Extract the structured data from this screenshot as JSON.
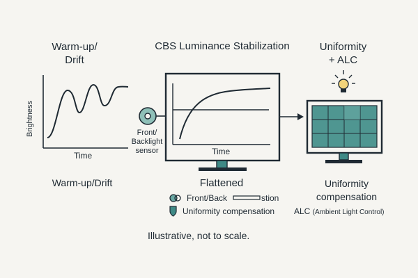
{
  "headings": {
    "left": "Warm-up/\nDrift",
    "center": "CBS Luminance Stabilization",
    "right": "Uniformity\n+ ALC"
  },
  "left_plot": {
    "y_label": "Brightness",
    "x_label": "Time"
  },
  "sensor": {
    "label": "Front/\nBacklight\nsensor"
  },
  "monitor_plot": {
    "x_label": "Time"
  },
  "captions": {
    "left": "Warm-up/Drift",
    "center": "Flattened",
    "right": "Uniformity\ncompensation"
  },
  "legend": {
    "item1": "Front/Back",
    "item1_tail": "stion",
    "item2": "Uniformity compensation",
    "item3_prefix": "ALC",
    "item3_detail": "(Ambient Light Control)"
  },
  "footer": "Illustrative, not to scale.",
  "colors": {
    "ink": "#1f2a33",
    "teal": "#3f8a86",
    "teal_light": "#69a8a3",
    "panel": "#4f9691",
    "background": "#f6f5f1",
    "bulb": "#e8b84a"
  }
}
